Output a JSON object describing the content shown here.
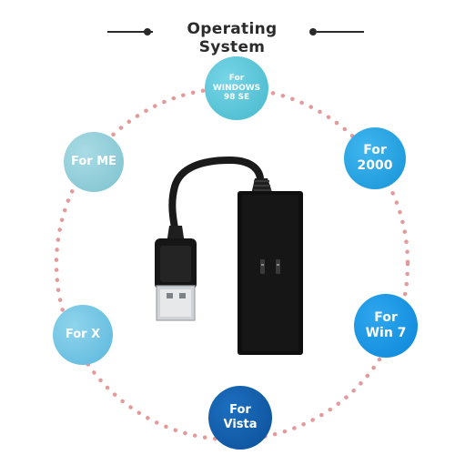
{
  "header": {
    "title": "Operating System"
  },
  "badges": {
    "win98": {
      "line1": "For",
      "line2": "WINDOWS",
      "line3": "98 SE"
    },
    "me": {
      "label": "For ME"
    },
    "win2000": {
      "line1": "For",
      "line2": "2000"
    },
    "x": {
      "label": "For X"
    },
    "win7": {
      "line1": "For",
      "line2": "Win 7"
    },
    "vista": {
      "line1": "For",
      "line2": "Vista"
    }
  },
  "colors": {
    "ring_dots": "#e39a9a",
    "title_text": "#2b2b2b",
    "device_body": "#111111"
  },
  "icons": [
    "usb-modem-image"
  ]
}
